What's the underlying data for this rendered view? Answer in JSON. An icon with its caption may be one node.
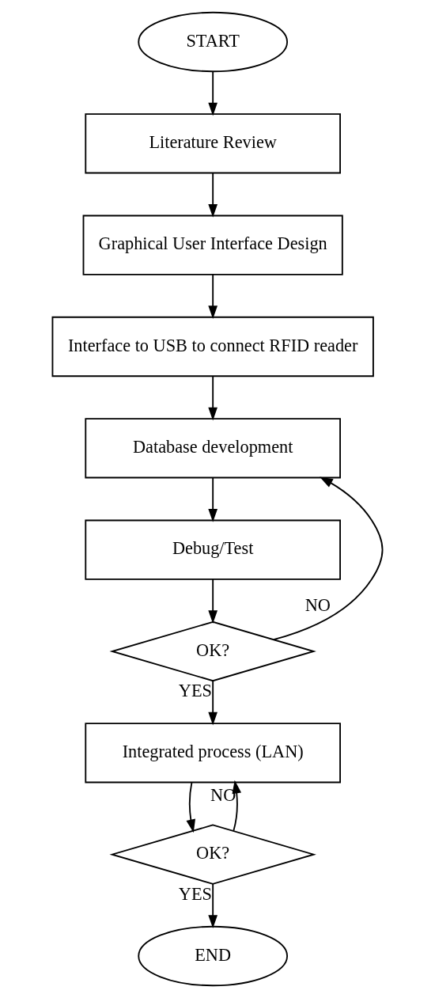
{
  "diagram": {
    "nodes": [
      {
        "text": [
          "START"
        ]
      },
      {
        "text": [
          "Literature Review"
        ]
      },
      {
        "text": [
          "Graphical User Interface Design"
        ]
      },
      {
        "text": [
          "Interface to USB to connect RFID reader"
        ]
      },
      {
        "text": [
          "Database development"
        ]
      },
      {
        "text": [
          "Debug/Test"
        ]
      },
      {
        "text": [
          "OK?"
        ]
      },
      {
        "text": [
          "Integrated process (LAN)"
        ]
      },
      {
        "text": [
          "OK?"
        ]
      },
      {
        "text": [
          "END"
        ]
      }
    ],
    "edges": [
      {
        "from": 0,
        "to": 1,
        "arrow": "to"
      },
      {
        "from": 1,
        "to": 2,
        "arrow": "to"
      },
      {
        "from": 2,
        "to": 3,
        "arrow": "to"
      },
      {
        "from": 3,
        "to": 4,
        "arrow": "to"
      },
      {
        "from": 4,
        "to": 5,
        "arrow": "to"
      },
      {
        "from": 5,
        "to": 6,
        "arrow": "to"
      },
      {
        "from": 6,
        "to": 4,
        "arrow": "to",
        "label": "NO"
      },
      {
        "from": 6,
        "to": 7,
        "arrow": "to",
        "label": "YES"
      },
      {
        "from": 7,
        "to": 8,
        "arrow": "to"
      },
      {
        "from": 8,
        "to": 7,
        "arrow": "to",
        "label": "NO"
      },
      {
        "from": 8,
        "to": 9,
        "arrow": "to",
        "label": "YES"
      }
    ]
  }
}
